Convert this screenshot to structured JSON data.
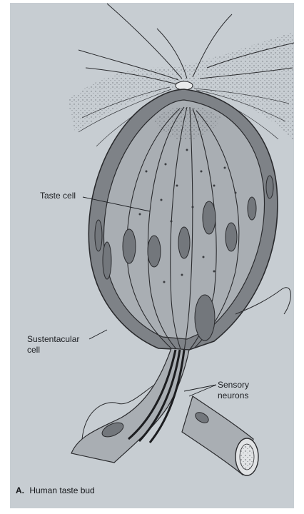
{
  "labels": {
    "taste_cell": "Taste cell",
    "sustentacular": "Sustentacular\ncell",
    "sensory": "Sensory\nneurons"
  },
  "caption": {
    "letter": "A.",
    "text": "Human taste bud"
  },
  "colors": {
    "plate": "#c7cdd2",
    "outline": "#2a2b2e",
    "shell": "#7e8287",
    "cell": "#a9aeb3",
    "nucleus": "#73777c"
  }
}
